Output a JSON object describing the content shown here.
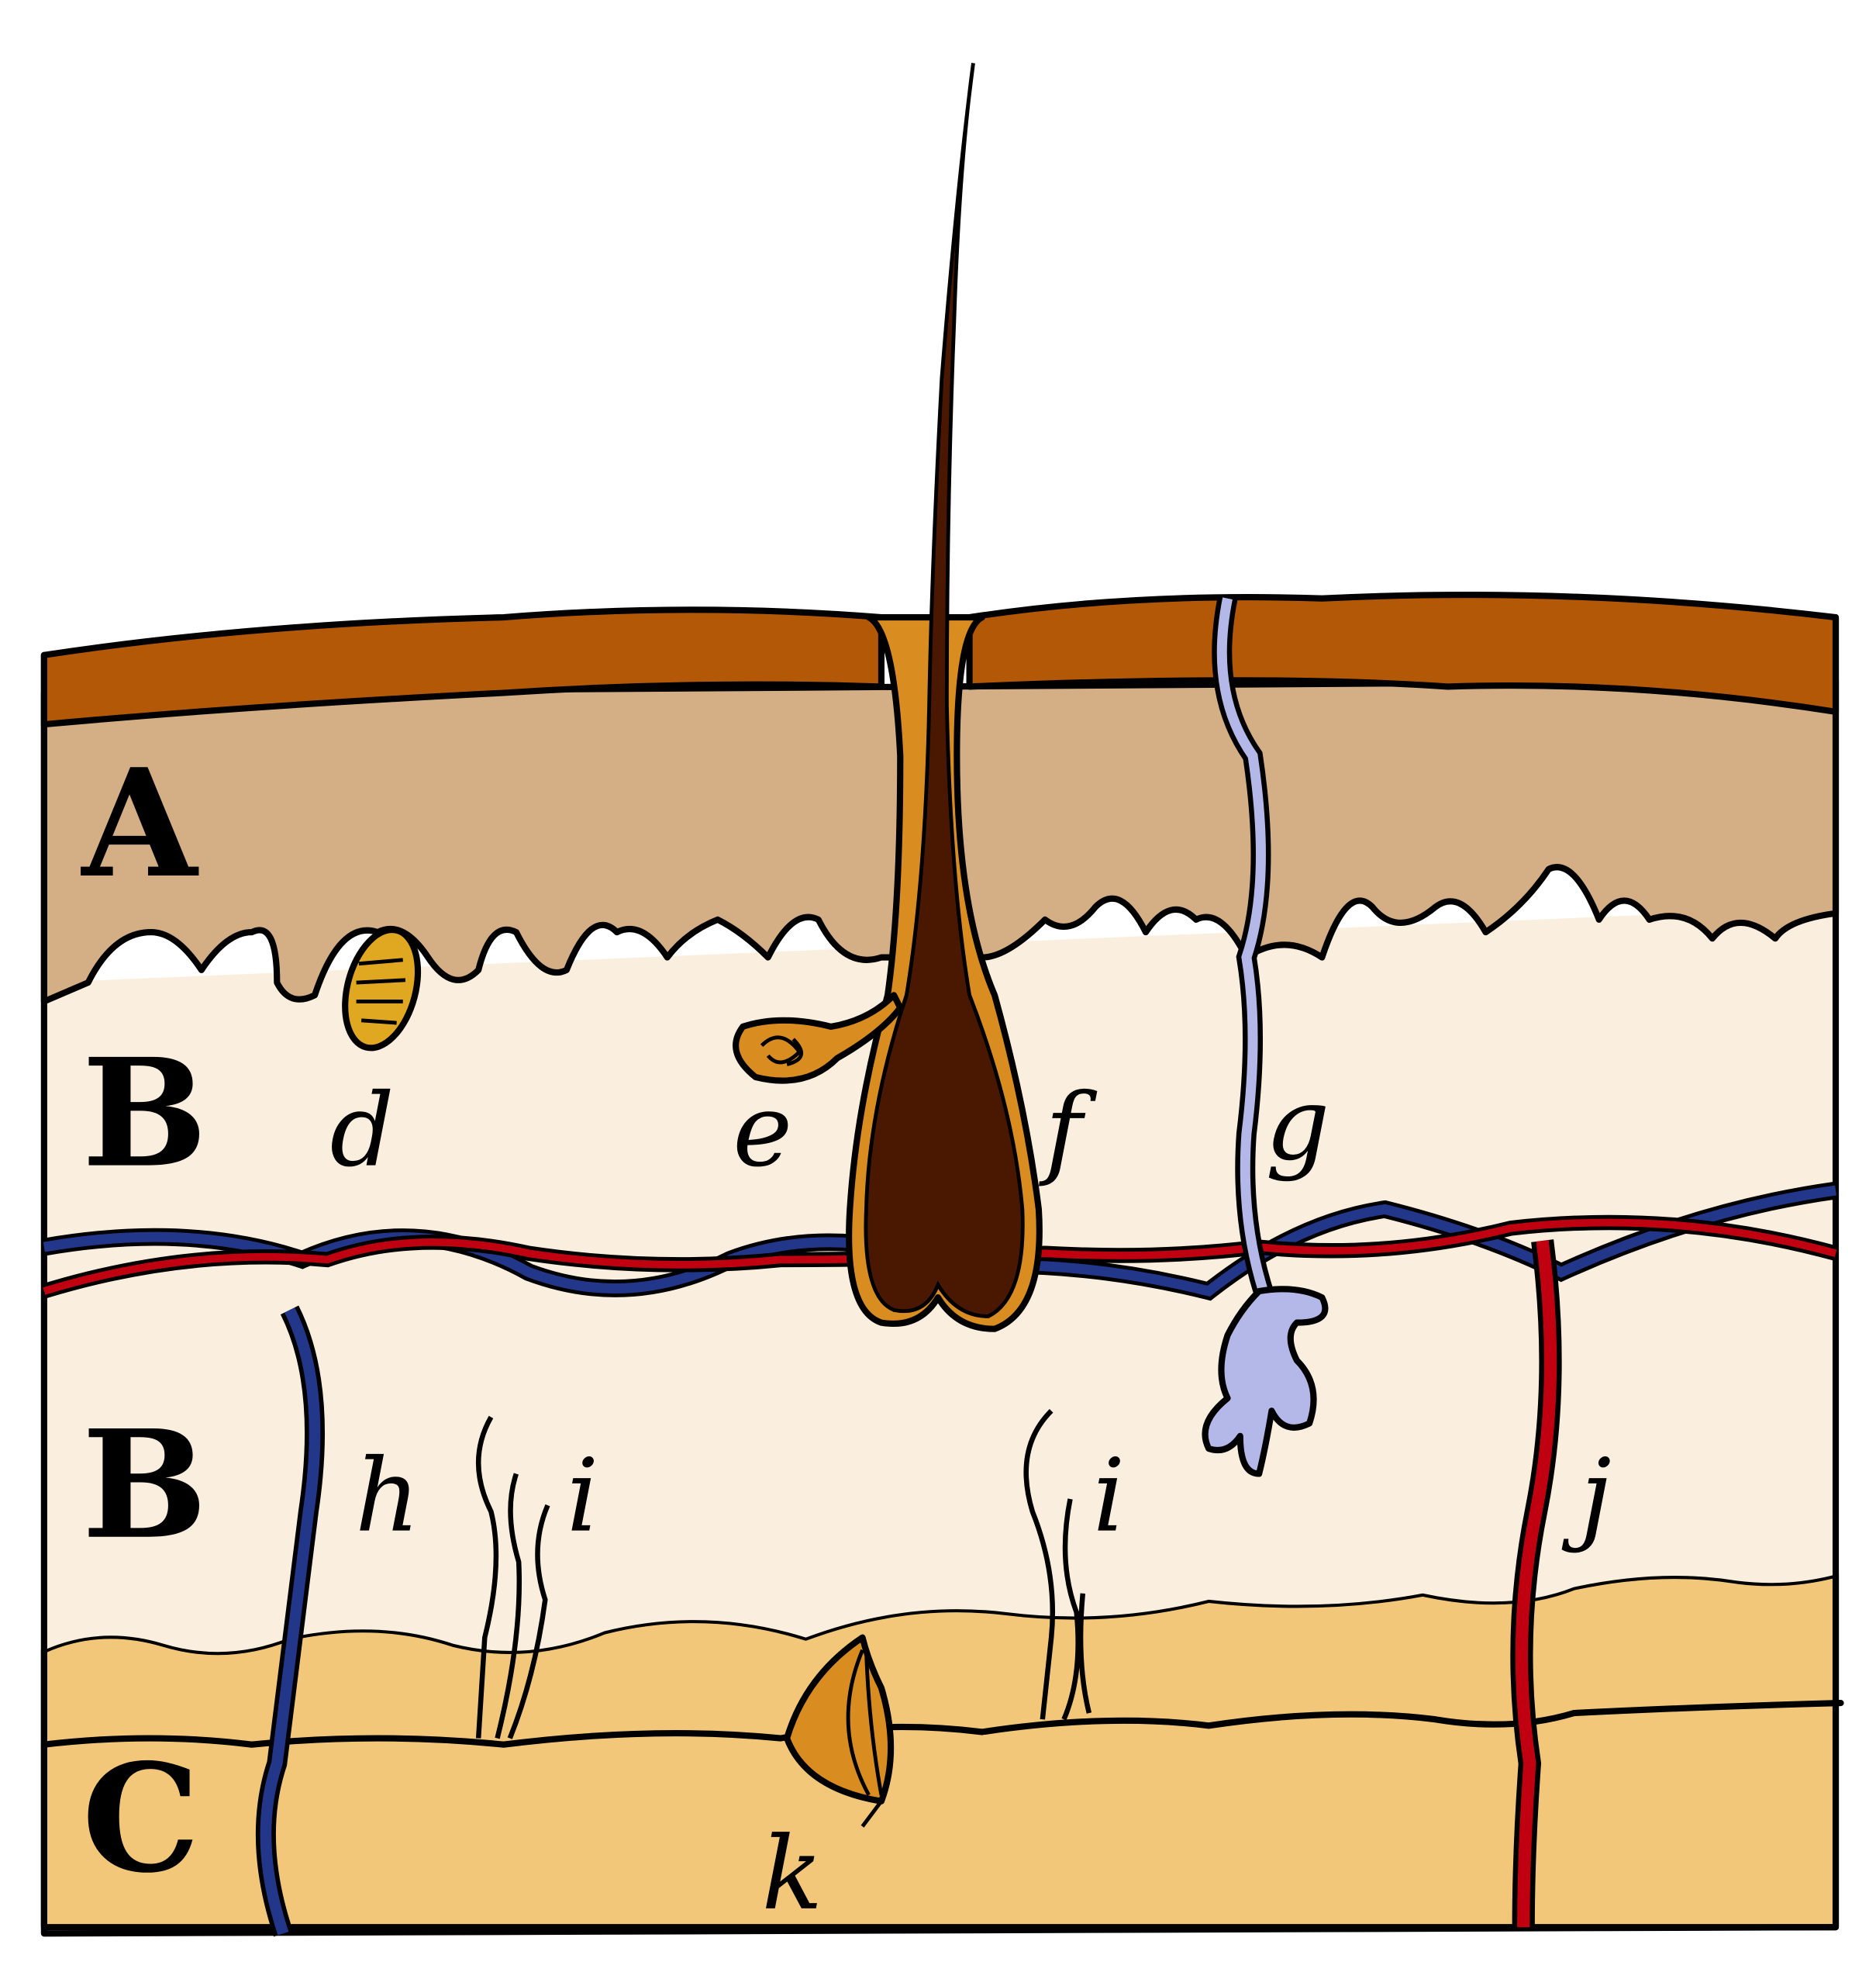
{
  "diagram": {
    "layer_labels": [
      "A",
      "B",
      "B",
      "C"
    ],
    "part_labels": {
      "d": "d",
      "e": "e",
      "f": "f",
      "g": "g",
      "h": "h",
      "i1": "i",
      "i2": "i",
      "j": "j",
      "k": "k"
    },
    "colors": {
      "epidermis_top": "#b35806",
      "layer_a": "#d4ae84",
      "layer_b": "#faeede",
      "layer_c": "#f2c77a",
      "hair": "#4a1800",
      "follicle": "#d98c1f",
      "sweat_gland": "#b4b8e8",
      "artery": "#c00010",
      "vein": "#22378a"
    }
  }
}
